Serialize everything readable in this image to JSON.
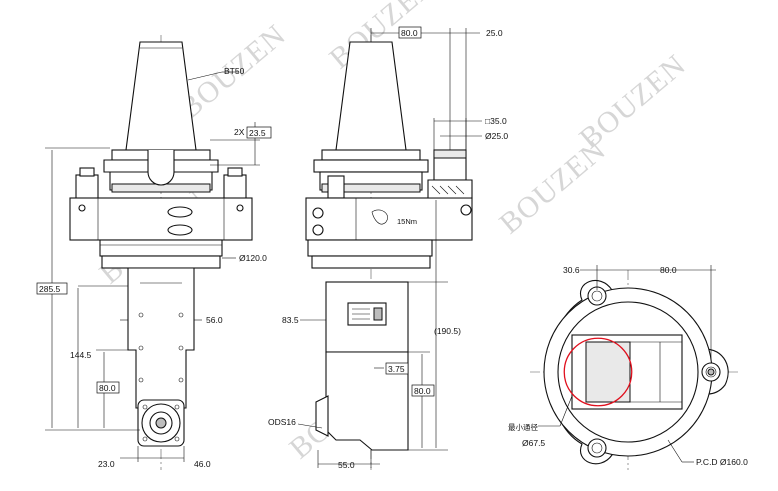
{
  "watermark": "BOUZEN",
  "left_view": {
    "taper_label": "BT50",
    "slot_label": "2X",
    "slot_value": "23.5",
    "flange_dia": "Ø120.0",
    "overall_height": "285.5",
    "spindle_width": "56.0",
    "lower_height": "144.5",
    "nose_height": "80.0",
    "offset_left": "23.0",
    "offset_right": "46.0"
  },
  "middle_view": {
    "top_dim": "80.0",
    "top_right_dim": "25.0",
    "square_dim": "□35.0",
    "pin_dia": "Ø25.0",
    "torque_label": "15Nm",
    "side_dim": "83.5",
    "ref_dim": "(190.5)",
    "step_dim": "3.75",
    "nose_height": "80.0",
    "bottom_dim": "55.0",
    "nut_label": "ODS16"
  },
  "right_view": {
    "left_dim": "30.6",
    "right_dim": "80.0",
    "min_bore_label": "最小通径",
    "min_bore_dia": "Ø67.5",
    "pcd_label": "P.C.D Ø160.0"
  },
  "colors": {
    "line": "#111111",
    "watermark": "#d6d6d6",
    "circle_highlight": "#e0101e"
  }
}
